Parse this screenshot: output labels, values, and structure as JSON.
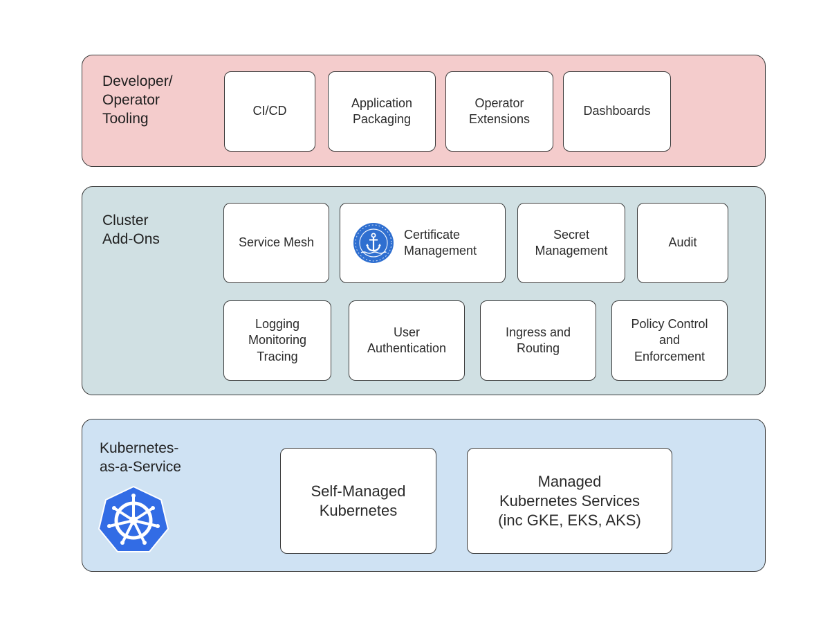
{
  "colors": {
    "tooling_layer": "#f4cccc",
    "addons_layer": "#d0e0e3",
    "kaas_layer": "#cfe2f3",
    "kubernetes_blue": "#326ce5",
    "cert_manager_blue": "#2f6fd0"
  },
  "layers": {
    "tooling": {
      "title": "Developer/\nOperator\nTooling",
      "boxes": [
        "CI/CD",
        "Application\nPackaging",
        "Operator\nExtensions",
        "Dashboards"
      ]
    },
    "addons": {
      "title": "Cluster\nAdd-Ons",
      "row1": [
        "Service Mesh",
        "Certificate\nManagement",
        "Secret\nManagement",
        "Audit"
      ],
      "row2": [
        "Logging\nMonitoring\nTracing",
        "User\nAuthentication",
        "Ingress and\nRouting",
        "Policy Control\nand\nEnforcement"
      ]
    },
    "kaas": {
      "title": "Kubernetes-\nas-a-Service",
      "boxes": [
        "Self-Managed\nKubernetes",
        "Managed\nKubernetes Services\n(inc GKE, EKS, AKS)"
      ]
    }
  },
  "icons": {
    "cert_manager": "cert-manager-logo",
    "kubernetes": "kubernetes-helm-logo"
  }
}
